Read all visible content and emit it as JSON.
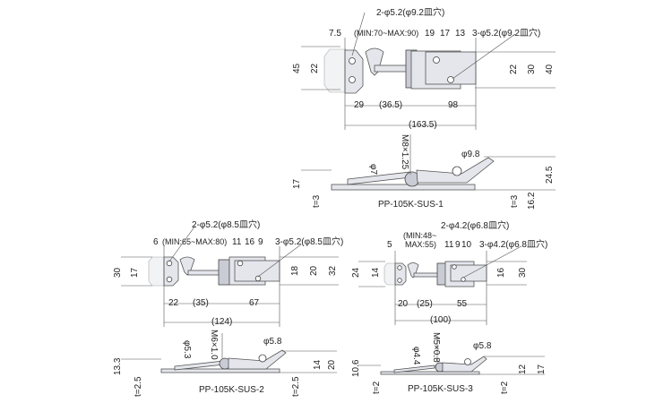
{
  "drawings": [
    {
      "model": "PP-105K-SUS-1",
      "top": {
        "holes_left": "2-φ5.2(φ9.2皿穴)",
        "holes_right": "3-φ5.2(φ9.2皿穴)",
        "dims_top": [
          "7.5",
          "(MIN:70~MAX:90)",
          "19",
          "17",
          "13"
        ],
        "dims_vertical": [
          "45",
          "22",
          "22",
          "30",
          "40"
        ],
        "dims_bottom": [
          "29",
          "(36.5)",
          "98"
        ],
        "overall": "(163.5)"
      },
      "side": {
        "thread": "M8×1.25",
        "hook_dia": "φ9.8",
        "rod_dia": "φ7",
        "dims": [
          "17",
          "24.5",
          "t=3",
          "t=3",
          "16.2"
        ]
      }
    },
    {
      "model": "PP-105K-SUS-2",
      "top": {
        "holes_left": "2-φ5.2(φ8.5皿穴)",
        "holes_right": "3-φ5.2(φ8.5皿穴)",
        "dims_top": [
          "6",
          "(MIN:65~MAX:80)",
          "11",
          "16",
          "9"
        ],
        "dims_vertical": [
          "30",
          "17",
          "18",
          "20",
          "32"
        ],
        "dims_bottom": [
          "22",
          "(35)",
          "67"
        ],
        "overall": "(124)"
      },
      "side": {
        "thread": "M6×1.0",
        "hook_dia": "φ5.8",
        "rod_dia": "φ5.3",
        "dims": [
          "13.3",
          "14",
          "20",
          "t=2.5",
          "t=2.5"
        ]
      }
    },
    {
      "model": "PP-105K-SUS-3",
      "top": {
        "holes_left": "2-φ4.2(φ6.8皿穴)",
        "holes_right": "3-φ4.2(φ6.8皿穴)",
        "dims_top": [
          "5",
          "(MIN:48~",
          "MAX:55)",
          "11",
          "9",
          "10"
        ],
        "dims_vertical": [
          "24",
          "14",
          "16",
          "30"
        ],
        "dims_bottom": [
          "20",
          "(25)",
          "55"
        ],
        "overall": "(100)"
      },
      "side": {
        "thread": "M5×0.8",
        "hook_dia": "φ5.8",
        "rod_dia": "φ4.4",
        "dims": [
          "10.6",
          "12",
          "17",
          "t=2",
          "t=2"
        ]
      }
    }
  ]
}
